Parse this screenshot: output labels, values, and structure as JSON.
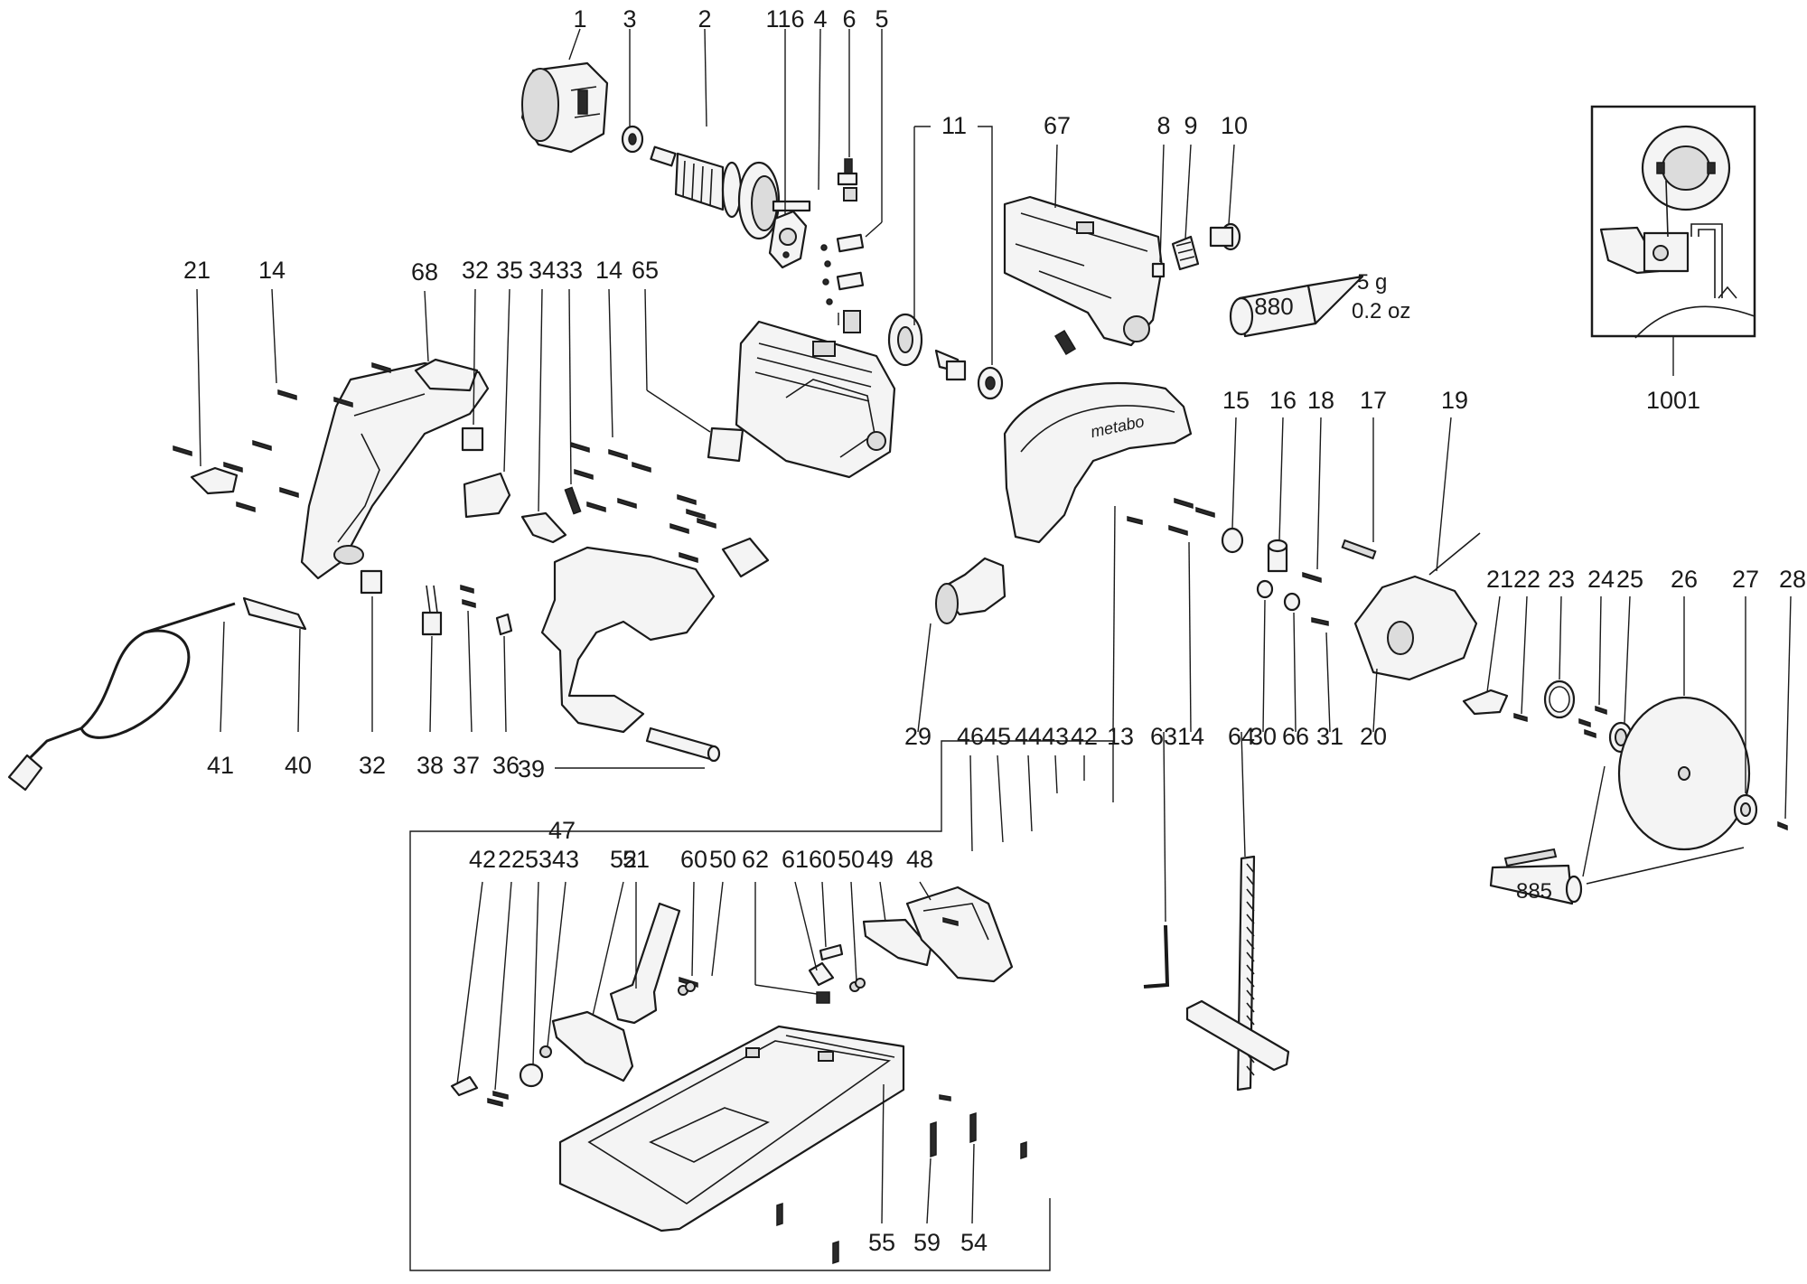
{
  "labels": {
    "l1": "1",
    "l3": "3",
    "l2": "2",
    "l11": "11",
    "l6": "6",
    "l4": "4",
    "l5": "5",
    "l116": "116",
    "l67": "67",
    "l8": "8",
    "l9": "9",
    "l10": "10",
    "l21a": "21",
    "l14a": "14",
    "l68": "68",
    "l32a": "32",
    "l35": "35",
    "l34": "34",
    "l33": "33",
    "l14b": "14",
    "l65": "65",
    "l1001": "1001",
    "l15": "15",
    "l16": "16",
    "l18": "18",
    "l17": "17",
    "l19": "19",
    "l21b": "21",
    "l22a": "22",
    "l23": "23",
    "l24": "24",
    "l25": "25",
    "l26": "26",
    "l27": "27",
    "l28": "28",
    "l41": "41",
    "l40": "40",
    "l32b": "32",
    "l38": "38",
    "l37": "37",
    "l36": "36",
    "l39": "39",
    "l29": "29",
    "l46": "46",
    "l45": "45",
    "l44": "44",
    "l43a": "43",
    "l42a": "42",
    "l13": "13",
    "l63": "63",
    "l14c": "14",
    "l64": "64",
    "l30": "30",
    "l66": "66",
    "l31": "31",
    "l20": "20",
    "l47": "47",
    "l42b": "42",
    "l22b": "22",
    "l53": "53",
    "l43b": "43",
    "l52": "52",
    "l51": "51",
    "l60a": "60",
    "l50a": "50",
    "l62": "62",
    "l61": "61",
    "l60b": "60",
    "l50b": "50",
    "l49": "49",
    "l48": "48",
    "l55": "55",
    "l59": "59",
    "l54": "54"
  },
  "grease_tube_880": {
    "code": "880",
    "qty_g": "5 g",
    "qty_oz": "0.2 oz"
  },
  "grease_tube_885": {
    "code": "885"
  },
  "guard_brand": "metabo"
}
